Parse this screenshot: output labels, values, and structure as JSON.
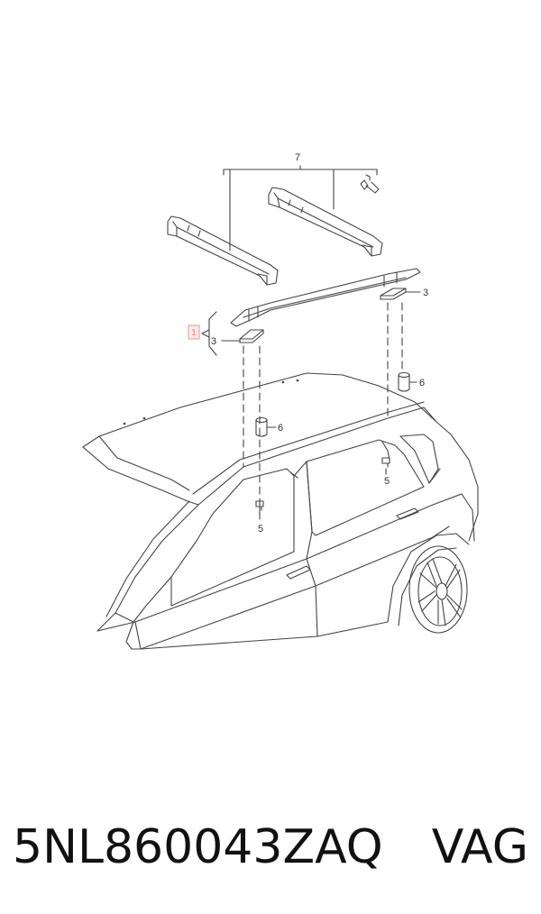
{
  "diagram": {
    "callouts": {
      "c1": "1",
      "c3_left": "3",
      "c3_right": "3",
      "c5_left": "5",
      "c5_right": "5",
      "c6_left": "6",
      "c6_right": "6",
      "c7": "7"
    },
    "colors": {
      "line": "#444444",
      "highlight": "#e08080"
    }
  },
  "footer": {
    "part_number": "5NL860043ZAQ",
    "brand": "VAG"
  }
}
